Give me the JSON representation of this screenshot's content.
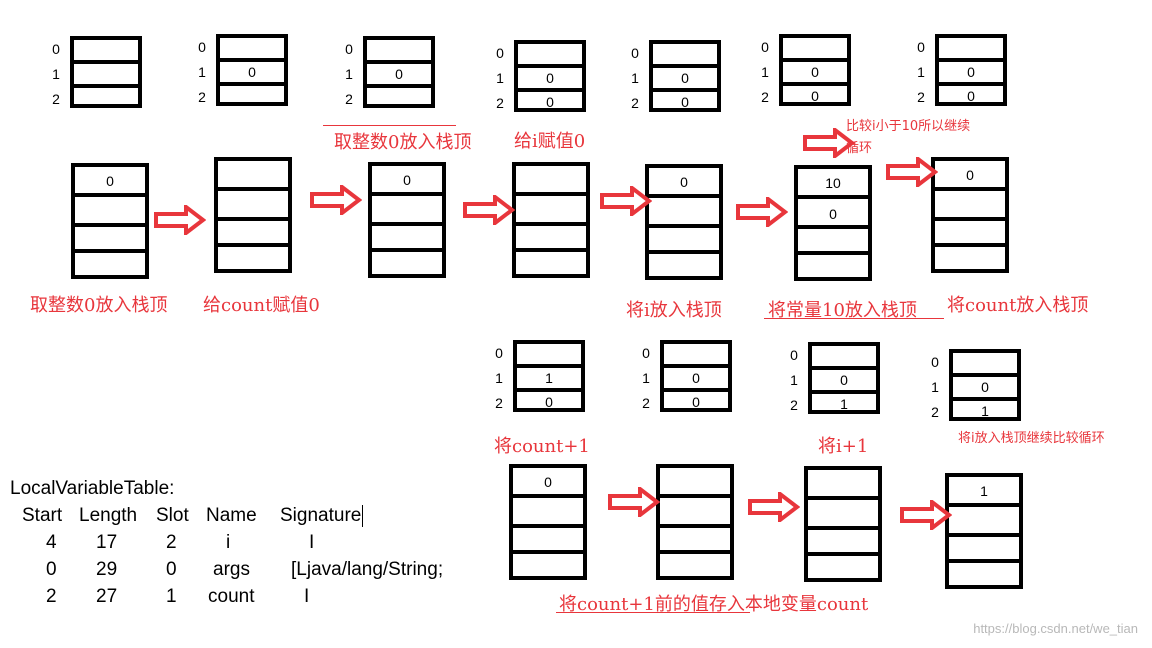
{
  "top_frames": [
    {
      "indices": [
        "0",
        "1",
        "2"
      ],
      "cells": [
        "",
        "",
        ""
      ]
    },
    {
      "indices": [
        "0",
        "1",
        "2"
      ],
      "cells": [
        "",
        "0",
        ""
      ]
    },
    {
      "indices": [
        "0",
        "1",
        "2"
      ],
      "cells": [
        "",
        "0",
        ""
      ]
    },
    {
      "indices": [
        "0",
        "1",
        "2"
      ],
      "cells": [
        "",
        "0",
        "0"
      ]
    },
    {
      "indices": [
        "0",
        "1",
        "2"
      ],
      "cells": [
        "",
        "0",
        "0"
      ]
    },
    {
      "indices": [
        "0",
        "1",
        "2"
      ],
      "cells": [
        "",
        "0",
        "0"
      ]
    },
    {
      "indices": [
        "0",
        "1",
        "2"
      ],
      "cells": [
        "",
        "0",
        "0"
      ]
    }
  ],
  "top_labels": [
    "取整数0放入栈顶",
    "给i赋值0",
    "比较i小于10所以继续循环"
  ],
  "mid_stacks": [
    {
      "cells": [
        "0",
        "",
        "",
        ""
      ]
    },
    {
      "cells": [
        "",
        "",
        "",
        ""
      ]
    },
    {
      "cells": [
        "0",
        "",
        "",
        ""
      ]
    },
    {
      "cells": [
        "",
        "",
        "",
        ""
      ]
    },
    {
      "cells": [
        "0",
        "",
        "",
        ""
      ]
    },
    {
      "cells": [
        "10",
        "0",
        "",
        ""
      ]
    },
    {
      "cells": [
        "0",
        "",
        "",
        ""
      ]
    }
  ],
  "mid_labels": [
    "取整数0放入栈顶",
    "给count赋值0",
    "将i放入栈顶",
    "将常量10放入栈顶",
    "将count放入栈顶"
  ],
  "bottom_frames": [
    {
      "indices": [
        "0",
        "1",
        "2"
      ],
      "cells": [
        "",
        "1",
        "0"
      ]
    },
    {
      "indices": [
        "0",
        "1",
        "2"
      ],
      "cells": [
        "",
        "0",
        "0"
      ]
    },
    {
      "indices": [
        "0",
        "1",
        "2"
      ],
      "cells": [
        "",
        "0",
        "1"
      ]
    },
    {
      "indices": [
        "0",
        "1",
        "2"
      ],
      "cells": [
        "",
        "0",
        "1"
      ]
    }
  ],
  "bottom_labels": [
    "将count+1",
    "将i+1",
    "将i放入栈顶继续比较循环"
  ],
  "bottom_stacks": [
    {
      "cells": [
        "0",
        "",
        "",
        ""
      ]
    },
    {
      "cells": [
        "",
        "",
        "",
        ""
      ]
    },
    {
      "cells": [
        "",
        "",
        "",
        ""
      ]
    },
    {
      "cells": [
        "1",
        "",
        "",
        ""
      ]
    }
  ],
  "bottom_stack_label": "将count+1前的值存入本地变量count",
  "local_variable_table": {
    "title": "LocalVariableTable:",
    "headers": [
      "Start",
      "Length",
      "Slot",
      "Name",
      "Signature"
    ],
    "rows": [
      [
        "4",
        "17",
        "2",
        "i",
        "I"
      ],
      [
        "0",
        "29",
        "0",
        "args",
        "[Ljava/lang/String;"
      ],
      [
        "2",
        "27",
        "1",
        "count",
        "I"
      ]
    ]
  },
  "watermark": "https://blog.csdn.net/we_tian",
  "colors": {
    "accent_red": "#e8363c",
    "arrow_fill": "#ffffff",
    "box_border": "#000000"
  }
}
